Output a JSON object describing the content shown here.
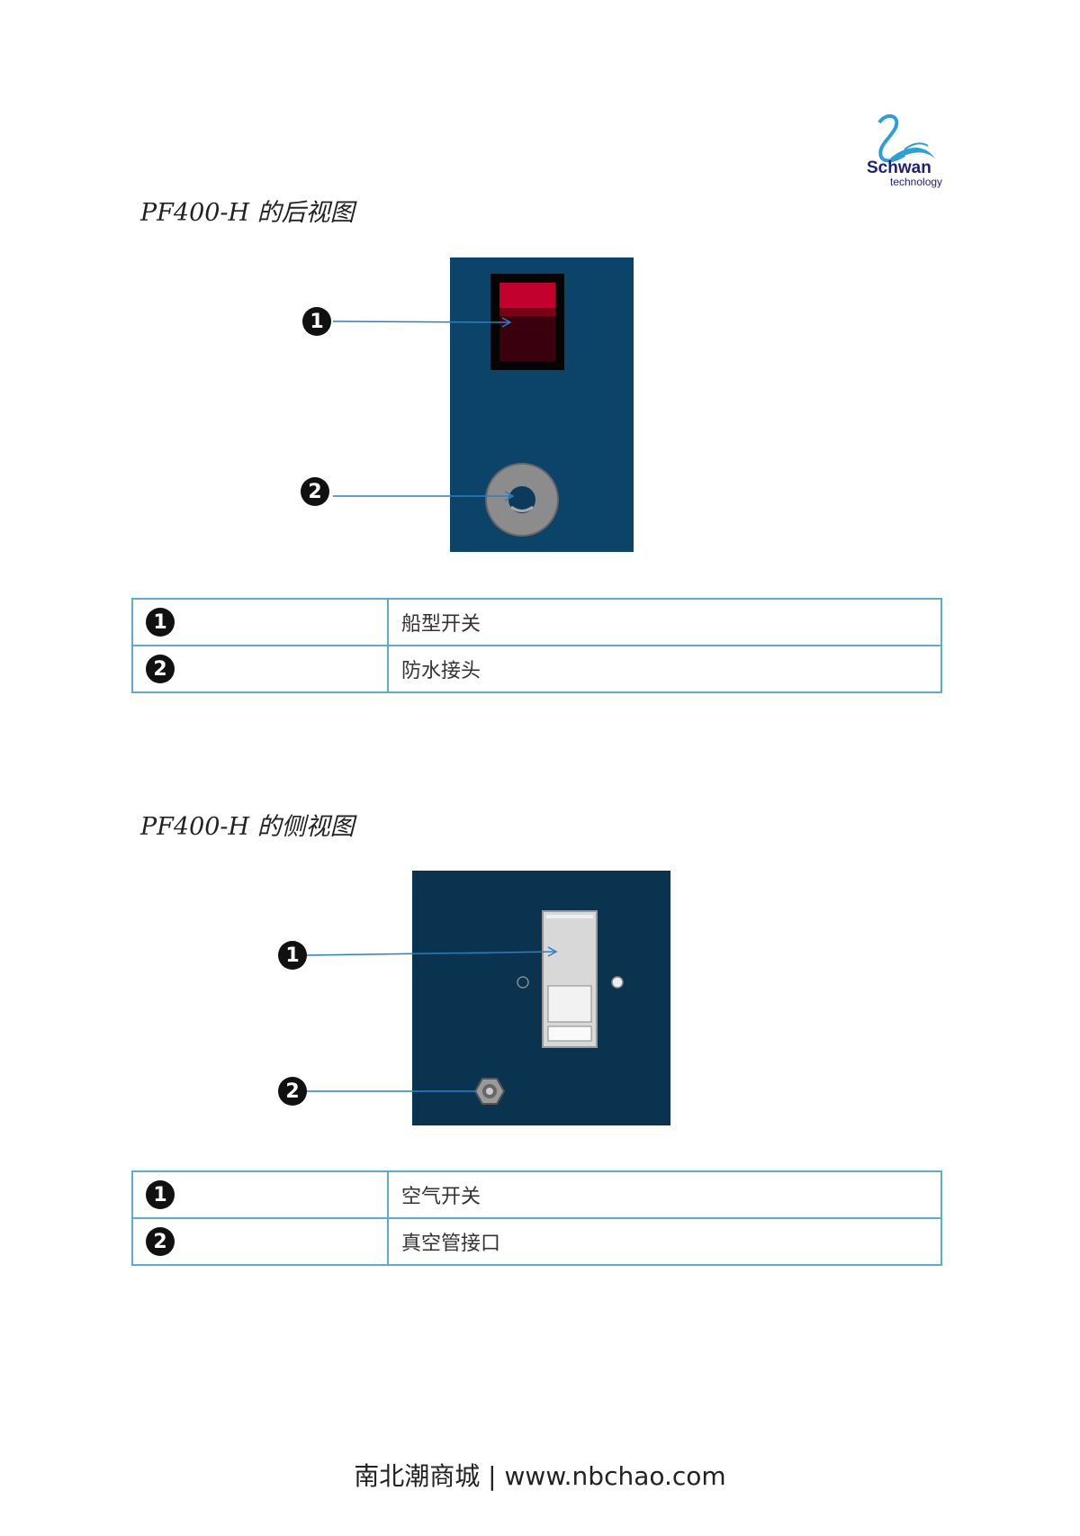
{
  "logo": {
    "name": "Schwan",
    "sub": "technology"
  },
  "sections": [
    {
      "title": "PF400-H 的后视图",
      "callouts": [
        "1",
        "2"
      ],
      "rows": [
        {
          "num": "1",
          "label": "船型开关"
        },
        {
          "num": "2",
          "label": "防水接头"
        }
      ]
    },
    {
      "title": "PF400-H 的侧视图",
      "callouts": [
        "1",
        "2"
      ],
      "rows": [
        {
          "num": "1",
          "label": "空气开关"
        },
        {
          "num": "2",
          "label": "真空管接口"
        }
      ]
    }
  ],
  "footer": "南北潮商城 | www.nbchao.com",
  "colors": {
    "panel_back": "#0b4468",
    "panel_side": "#0a3350",
    "table_border": "#5aaec8",
    "arrow": "#2a7fc4"
  }
}
